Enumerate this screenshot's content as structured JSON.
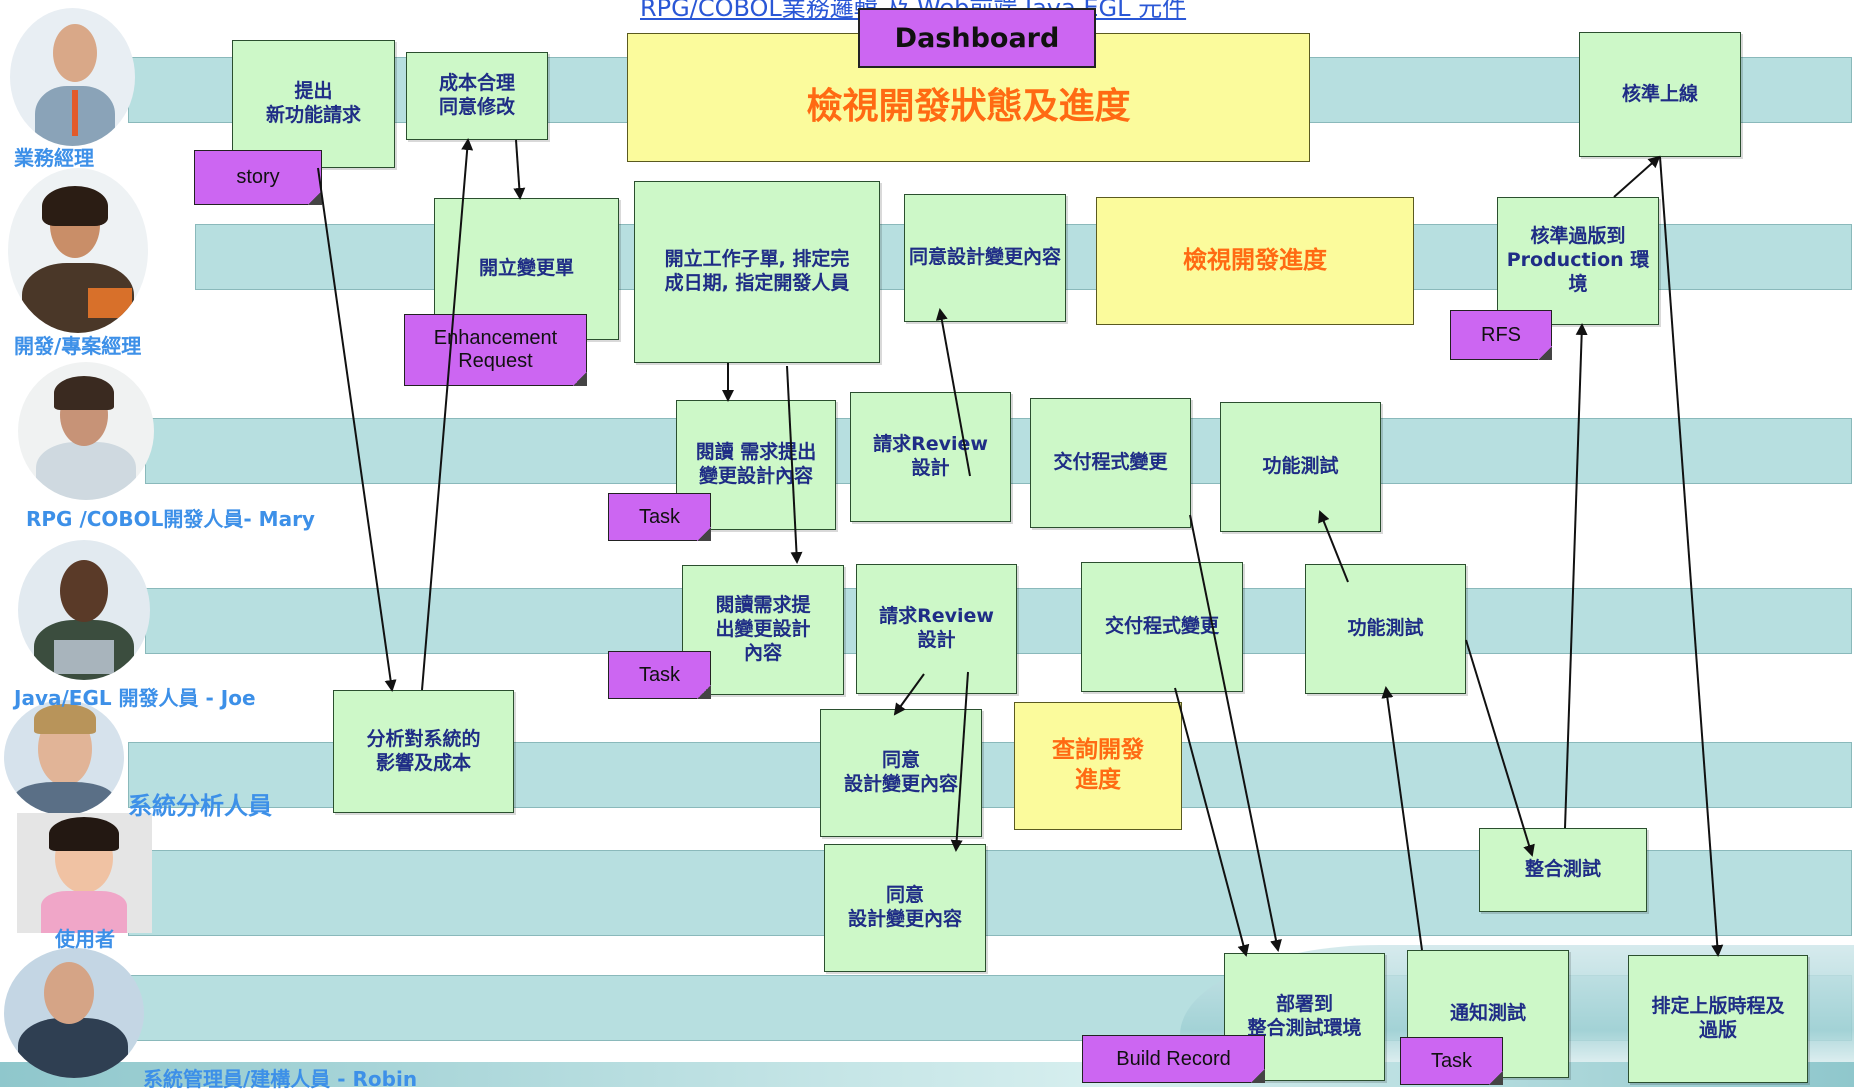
{
  "header": {
    "link_text": "RPG/COBOL業務邏輯 及 Web前端 Java EGL 元件"
  },
  "dashboard": {
    "label": "Dashboard",
    "main_text": "檢視開發狀態及進度"
  },
  "roles": [
    {
      "label": "業務經理"
    },
    {
      "label": "開發/專案經理"
    },
    {
      "label": "RPG /COBOL開發人員- Mary"
    },
    {
      "label": "Java/EGL 開發人員 - Joe"
    },
    {
      "label": "系統分析人員"
    },
    {
      "label": "使用者"
    },
    {
      "label": "系統管理員/建構人員 - Robin"
    }
  ],
  "steps": {
    "propose": "提出\n新功能請求",
    "cost": "成本合理\n同意修改",
    "approve_prod": "核準上線",
    "change_order": "開立變更單",
    "work_order": "開立工作子單, 排定完\n成日期, 指定開發人員",
    "agree_design_pm": "同意設計變更內容",
    "review_progress": "檢視開發進度",
    "approve_to_prod": "核準過版到\nProduction 環境",
    "mary_read": "閱讀 需求提出\n變更設計內容",
    "mary_review": "請求Review\n設計",
    "mary_deliver": "交付程式變更",
    "mary_test": "功能測試",
    "joe_read": "閱讀需求提\n出變更設計\n內容",
    "joe_review": "請求Review\n設計",
    "joe_deliver": "交付程式變更",
    "joe_test": "功能測試",
    "analyze": "分析對系統的\n影響及成本",
    "sa_agree": "同意\n設計變更內容",
    "query_progress": "查詢開發\n進度",
    "user_agree": "同意\n設計變更內容",
    "integration_test": "整合測試",
    "deploy": "部署到\n整合測試環境",
    "notify_test": "通知測試",
    "schedule_release": "排定上版時程及\n過版"
  },
  "tags": {
    "story": "story",
    "enhancement": "Enhancement\nRequest",
    "rfs": "RFS",
    "task_mary": "Task",
    "task_joe": "Task",
    "build_record": "Build Record",
    "task_robin": "Task"
  },
  "colors": {
    "lane": "#b7dfe0",
    "step_box": "#cdf8c8",
    "highlight_box": "#fbfb9c",
    "artifact_tag": "#cc66f2",
    "role_text": "#3d90e8",
    "highlight_text": "#ff6a13",
    "step_text": "#1f2d86"
  }
}
